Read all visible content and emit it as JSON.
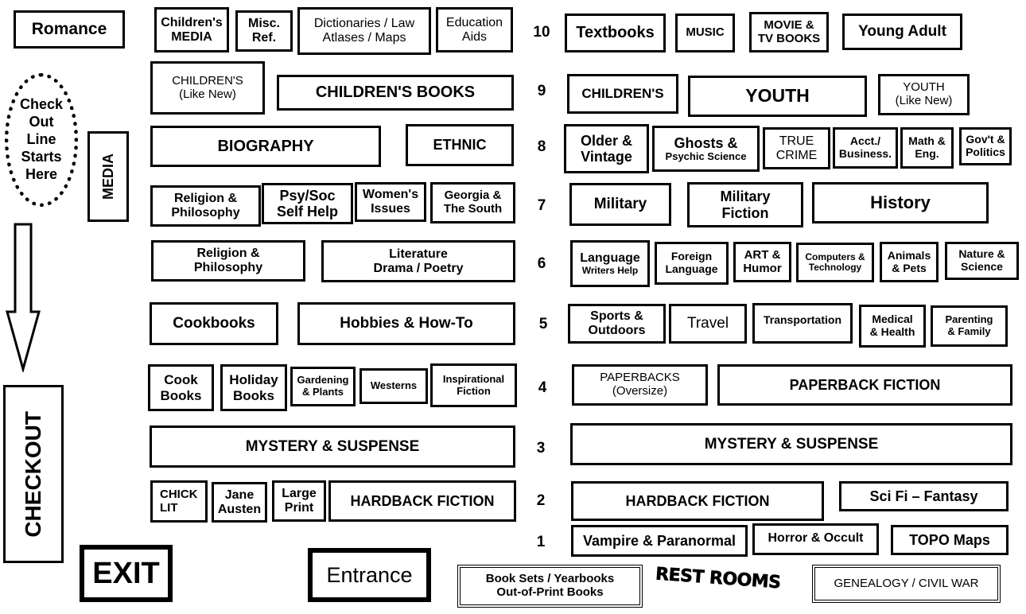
{
  "diagram": {
    "romance": "Romance",
    "checkout_line_note": "Check\nOut\nLine\nStarts\nHere",
    "media": "MEDIA",
    "checkout": "CHECKOUT",
    "exit": "EXIT",
    "entrance": "Entrance",
    "book_sets": "Book Sets  / Yearbooks\nOut-of-Print Books",
    "rest_rooms": "REST ROOMS",
    "genealogy": "GENEALOGY / CIVIL WAR",
    "row_numbers": [
      "1",
      "2",
      "3",
      "4",
      "5",
      "6",
      "7",
      "8",
      "9",
      "10"
    ],
    "left": {
      "r10": [
        "Children's\nMEDIA",
        "Misc.\nRef.",
        "Dictionaries / Law\nAtlases / Maps",
        "Education\nAids"
      ],
      "r9": [
        "CHILDREN'S\n(Like New)",
        "CHILDREN'S  BOOKS"
      ],
      "r8": [
        "BIOGRAPHY",
        "ETHNIC"
      ],
      "r7": [
        "Religion &\nPhilosophy",
        "Psy/Soc\nSelf Help",
        "Women's\nIssues",
        "Georgia &\nThe South"
      ],
      "r6": [
        "Religion &\nPhilosophy",
        "Literature\nDrama / Poetry"
      ],
      "r5": [
        "Cookbooks",
        "Hobbies & How-To"
      ],
      "r4": [
        "Cook\nBooks",
        "Holiday\nBooks",
        "Gardening\n& Plants",
        "Westerns",
        "Inspirational\nFiction"
      ],
      "r3": [
        "MYSTERY  &  SUSPENSE"
      ],
      "r2": [
        "CHICK\nLIT",
        "Jane\nAusten",
        "Large\nPrint",
        "HARDBACK FICTION"
      ]
    },
    "right": {
      "r10": [
        "Textbooks",
        "MUSIC",
        "MOVIE &\nTV BOOKS",
        "Young Adult"
      ],
      "r9": [
        "CHILDREN'S",
        "YOUTH",
        "YOUTH\n(Like  New)"
      ],
      "r8": [
        "Older &\nVintage",
        "Ghosts &",
        "Psychic Science",
        "TRUE\nCRIME",
        "Acct./\nBusiness.",
        "Math &\nEng.",
        "Gov't &\nPolitics"
      ],
      "r7": [
        "Military",
        "Military\nFiction",
        "History"
      ],
      "r6": [
        "Language",
        "Writers Help",
        "Foreign\nLanguage",
        "ART &\nHumor",
        "Computers &\nTechnology",
        "Animals\n& Pets",
        "Nature &\nScience"
      ],
      "r5": [
        "Sports  &\nOutdoors",
        "Travel",
        "Transportation",
        "Medical\n& Health",
        "Parenting\n& Family"
      ],
      "r4": [
        "PAPERBACKS\n(Oversize)",
        "PAPERBACK FICTION"
      ],
      "r3": [
        "MYSTERY  &  SUSPENSE"
      ],
      "r2": [
        "HARDBACK FICTION",
        "Sci Fi – Fantasy"
      ],
      "r1": [
        "Vampire & Paranormal",
        "Horror & Occult",
        "TOPO Maps"
      ]
    }
  }
}
